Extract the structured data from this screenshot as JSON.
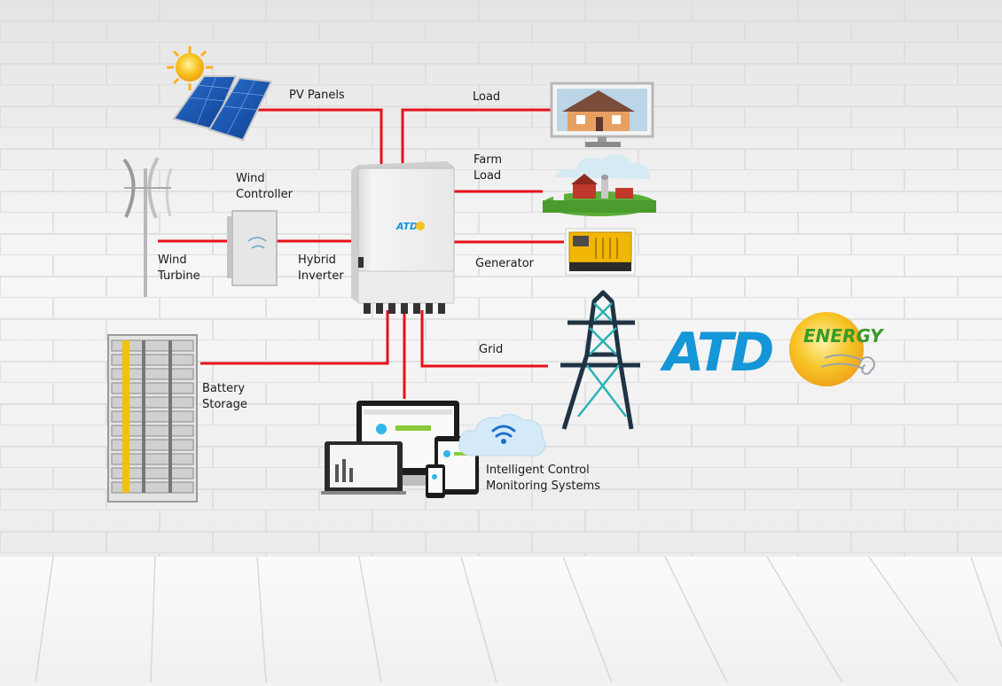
{
  "diagram": {
    "labels": {
      "pv_panels": "PV Panels",
      "load": "Load",
      "farm_load": [
        "Farm",
        "Load"
      ],
      "wind_controller": [
        "Wind",
        "Controller"
      ],
      "wind_turbine": [
        "Wind",
        "Turbine"
      ],
      "hybrid_inverter": [
        "Hybrid",
        "Inverter"
      ],
      "generator": "Generator",
      "grid": "Grid",
      "battery_storage": [
        "Battery",
        "Storage"
      ],
      "monitoring": [
        "Intelligent Control",
        "Monitoring Systems"
      ]
    },
    "inverter_logo": "ATD",
    "brand_logo": {
      "mark": "ATD",
      "word": "ENERGY"
    },
    "colors": {
      "wire": "#e8101a",
      "brand_blue": "#1496d8",
      "brand_green": "#3a9a2c",
      "sun": "#f7c21c",
      "tower": "#1f3344",
      "tower_cross": "#2bb3b3"
    },
    "icons": [
      "sun-icon",
      "solar-panel-icon",
      "wind-turbine-icon",
      "wind-controller-icon",
      "hybrid-inverter-icon",
      "house-icon",
      "farm-icon",
      "generator-icon",
      "transmission-tower-icon",
      "battery-rack-icon",
      "devices-icon",
      "wifi-cloud-icon"
    ]
  }
}
